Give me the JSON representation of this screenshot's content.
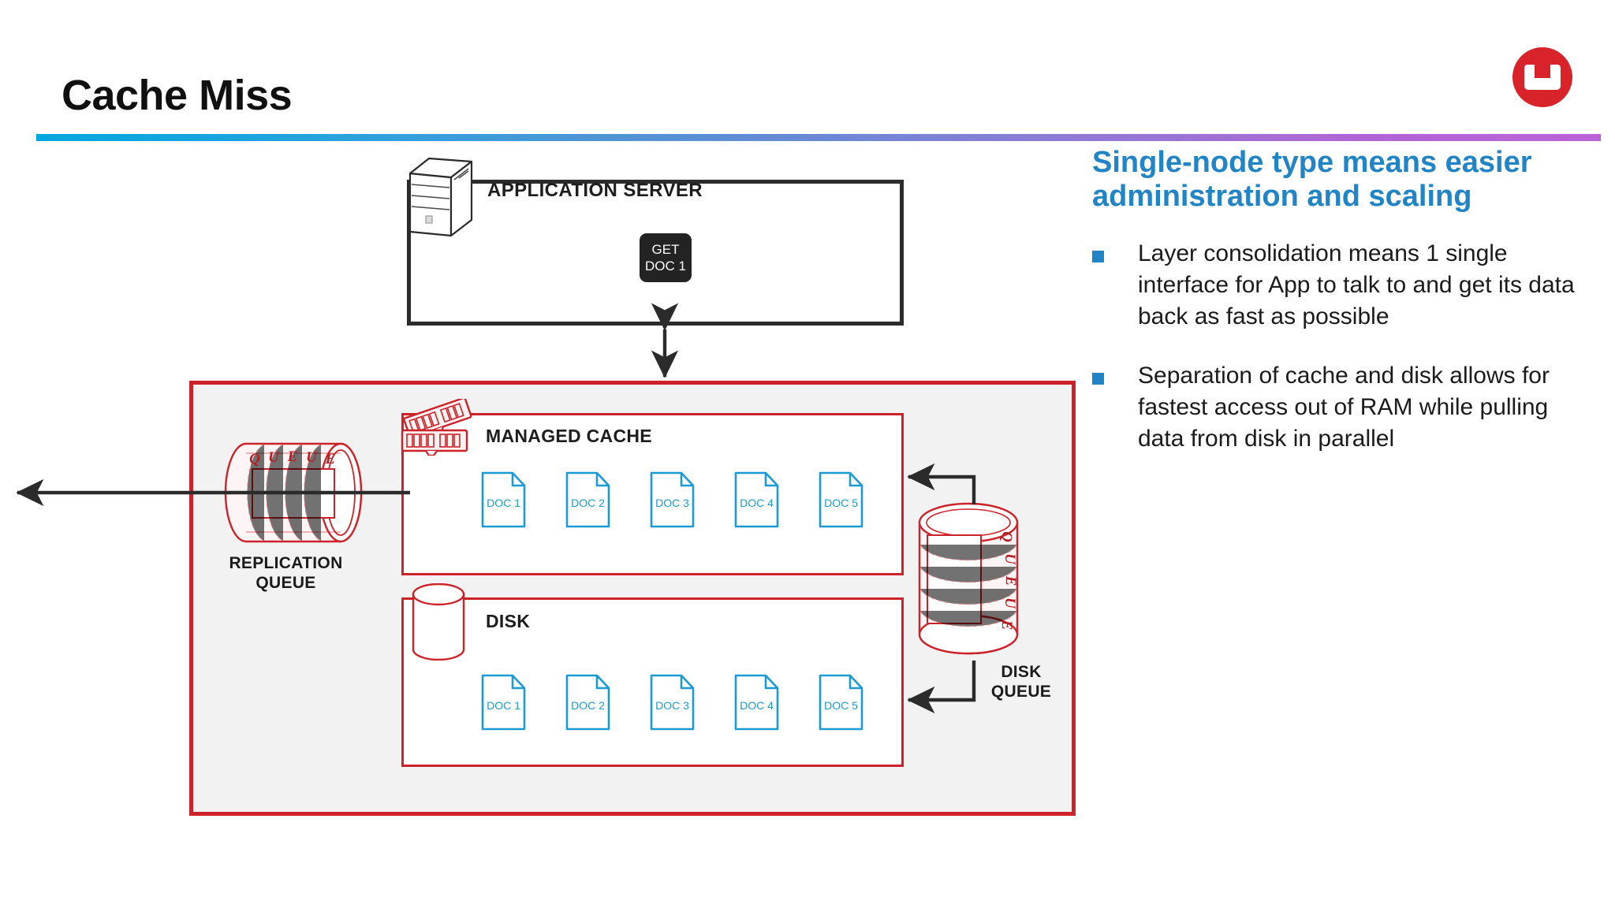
{
  "slide": {
    "title": "Cache Miss",
    "accent_blue": "#2184c6",
    "accent_red": "#cc2229",
    "doc_blue": "#1b9ad6",
    "rule_gradient_from": "#00a6df",
    "rule_gradient_to": "#bb63d6"
  },
  "brand": {
    "logo_name": "couchbase-logo",
    "logo_color": "#d8232a"
  },
  "right_panel": {
    "heading": "Single-node type means easier administration and scaling",
    "bullets": [
      "Layer consolidation means 1 single interface for App to talk to and get its data back as fast as possible",
      "Separation of cache and disk allows for fastest access out of RAM while pulling data from disk in parallel"
    ]
  },
  "diagram": {
    "app_server": {
      "label": "APPLICATION SERVER",
      "icon": "server-tower-icon",
      "request_badge": {
        "line1": "GET",
        "line2": "DOC 1"
      }
    },
    "node": {
      "managed_cache": {
        "label": "MANAGED CACHE",
        "icon": "ram-stick-icon",
        "docs": [
          "DOC 1",
          "DOC 2",
          "DOC 3",
          "DOC 4",
          "DOC 5"
        ]
      },
      "disk": {
        "label": "DISK",
        "icon": "disk-cylinder-icon",
        "docs": [
          "DOC 1",
          "DOC 2",
          "DOC 3",
          "DOC 4",
          "DOC 5"
        ]
      }
    },
    "replication_queue": {
      "label_line1": "REPLICATION",
      "label_line2": "QUEUE",
      "barrel_text": "QUEUE",
      "icon": "horizontal-queue-barrel-icon"
    },
    "disk_queue": {
      "label_line1": "DISK",
      "label_line2": "QUEUE",
      "barrel_text": "QUEUE",
      "icon": "vertical-queue-barrel-icon"
    }
  }
}
